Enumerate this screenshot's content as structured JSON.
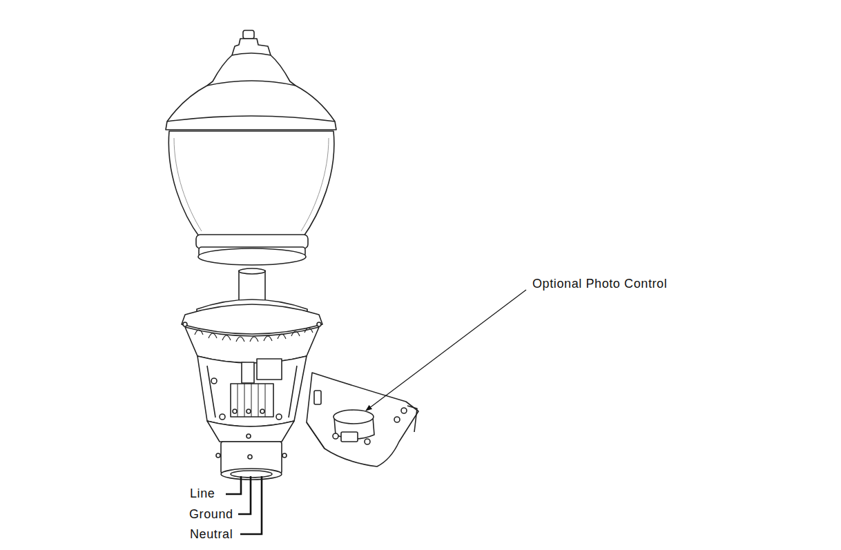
{
  "diagram": {
    "labels": [
      "Optional Photo Control",
      "Line",
      "Ground",
      "Neutral"
    ]
  }
}
